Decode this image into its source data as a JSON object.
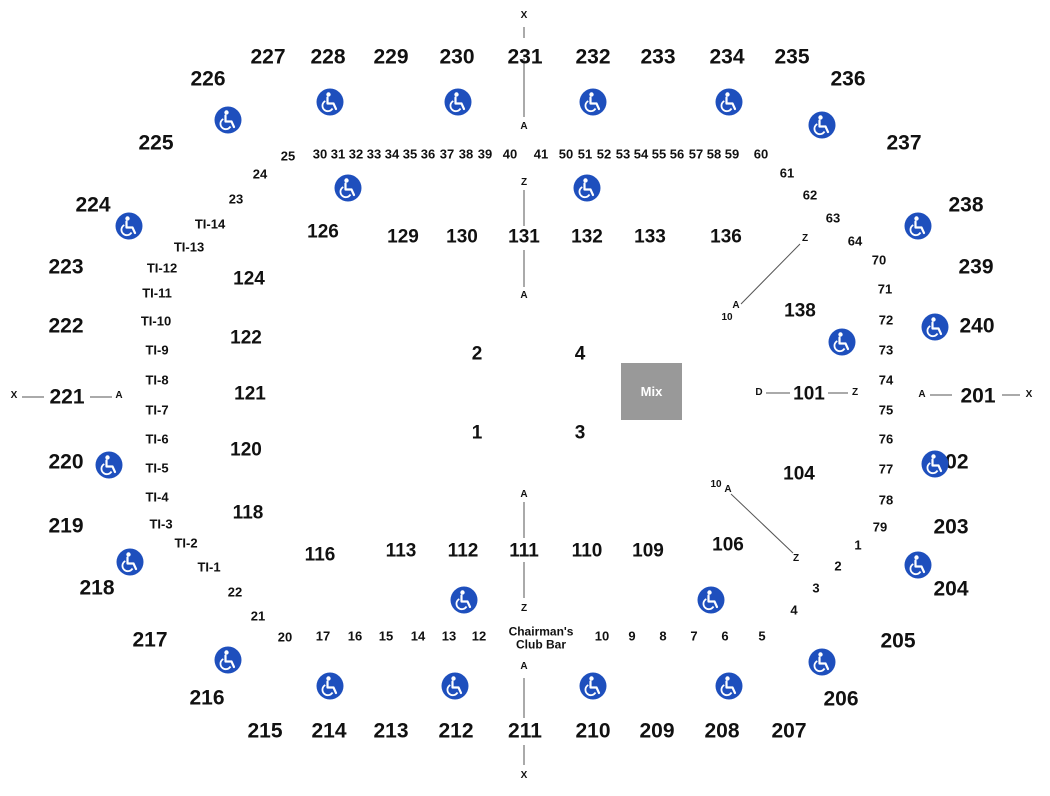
{
  "sections_200": [
    "201",
    "202",
    "203",
    "204",
    "205",
    "206",
    "207",
    "208",
    "209",
    "210",
    "211",
    "212",
    "213",
    "214",
    "215",
    "216",
    "217",
    "218",
    "219",
    "220",
    "221",
    "222",
    "223",
    "224",
    "225",
    "226",
    "227",
    "228",
    "229",
    "230",
    "231",
    "232",
    "233",
    "234",
    "235",
    "236",
    "237",
    "238",
    "239",
    "240"
  ],
  "sections_100": [
    "101",
    "104",
    "106",
    "109",
    "110",
    "111",
    "112",
    "113",
    "116",
    "118",
    "120",
    "121",
    "122",
    "124",
    "126",
    "129",
    "130",
    "131",
    "132",
    "133",
    "136",
    "138"
  ],
  "floor": [
    "1",
    "2",
    "3",
    "4"
  ],
  "mix_label": "Mix",
  "club_bar": "Chairman's Club Bar",
  "rows_top": [
    "25",
    "30",
    "31",
    "32",
    "33",
    "34",
    "35",
    "36",
    "37",
    "38",
    "39",
    "40",
    "41",
    "50",
    "51",
    "52",
    "53",
    "54",
    "55",
    "56",
    "57",
    "58",
    "59",
    "60"
  ],
  "rows_right": [
    "61",
    "62",
    "63",
    "64",
    "70",
    "71",
    "72",
    "73",
    "74",
    "75",
    "76",
    "77",
    "78",
    "79"
  ],
  "rows_bottom_right": [
    "1",
    "2",
    "3",
    "4",
    "5",
    "6",
    "7",
    "8",
    "9",
    "10"
  ],
  "rows_bottom_left": [
    "12",
    "13",
    "14",
    "15",
    "16",
    "17",
    "20",
    "21",
    "22"
  ],
  "rows_left": [
    "23",
    "24"
  ],
  "tiers": [
    "TI-1",
    "TI-2",
    "TI-3",
    "TI-4",
    "TI-5",
    "TI-6",
    "TI-7",
    "TI-8",
    "TI-9",
    "TI-10",
    "TI-11",
    "TI-12",
    "TI-13",
    "TI-14"
  ],
  "markers": {
    "x": "X",
    "a": "A",
    "z": "Z",
    "d": "D",
    "ten": "10"
  },
  "accessible_icon": "wheelchair-icon",
  "colors": {
    "accessible": "#1e4fbd",
    "mix": "#999999"
  }
}
